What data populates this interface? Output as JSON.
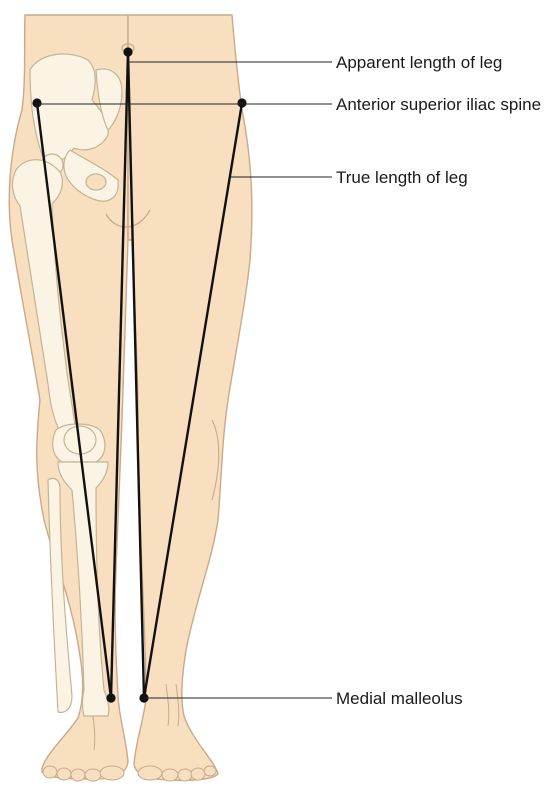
{
  "labels": {
    "apparent_length": "Apparent length of leg",
    "asis": "Anterior superior iliac spine",
    "true_length": "True length of leg",
    "medial_malleolus": "Medial malleolus"
  },
  "colors": {
    "skin": "#f7dfc0",
    "skin_outline": "#c9a98a",
    "bone": "#fbf4e4",
    "bone_outline": "#c4b495",
    "measure_line": "#111111",
    "leader_line": "#222222",
    "background": "#ffffff"
  }
}
